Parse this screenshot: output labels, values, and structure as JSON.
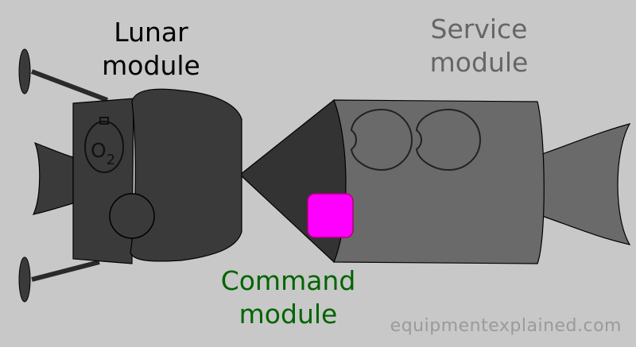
{
  "diagram": {
    "labels": {
      "lunar_line1": "Lunar",
      "lunar_line2": "module",
      "service_line1": "Service",
      "service_line2": "module",
      "command_line1": "Command",
      "command_line2": "module"
    },
    "tank_label": "O",
    "tank_subscript": "2",
    "watermark": "equipmentexplained.com",
    "colors": {
      "background": "#c8c8c8",
      "lunar_module_fill": "#3a3a3a",
      "service_module_fill": "#6a6a6a",
      "command_module_fill": "#333333",
      "highlight": "#ff00ff",
      "lunar_label": "#000000",
      "service_label": "#666666",
      "command_label": "#006400",
      "watermark": "#9a9a9a"
    }
  }
}
